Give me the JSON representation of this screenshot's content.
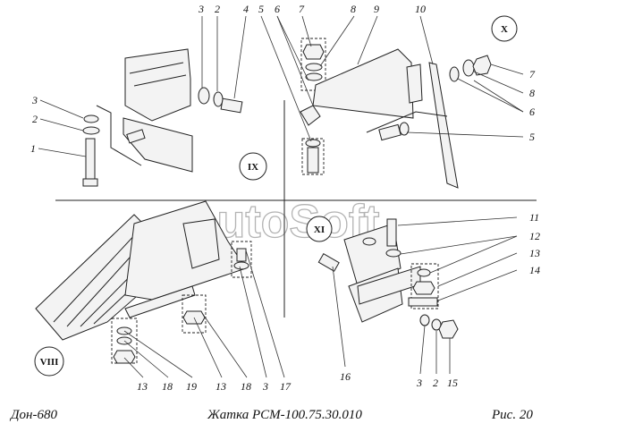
{
  "watermark": "AutoSoft",
  "views": {
    "ix": "IX",
    "x": "X",
    "xi": "XI",
    "viii": "VIII"
  },
  "callouts": {
    "c_3_top": "3",
    "c_2_top": "2",
    "c_4_top": "4",
    "c_5_top": "5",
    "c_6_top": "6",
    "c_7_top": "7",
    "c_8_top": "8",
    "c_9_top": "9",
    "c_10_top": "10",
    "c_3_left": "3",
    "c_2_left": "2",
    "c_1_left": "1",
    "c_7_right": "7",
    "c_8_right": "8",
    "c_6_right": "6",
    "c_5_right": "5",
    "c_11": "11",
    "c_12": "12",
    "c_13_r": "13",
    "c_14": "14",
    "c_16": "16",
    "c_3_bot": "3",
    "c_2_bot": "2",
    "c_15_bot": "15",
    "c_13_a": "13",
    "c_18_a": "18",
    "c_19": "19",
    "c_13_b": "13",
    "c_18_b": "18",
    "c_3_mid": "3",
    "c_17": "17"
  },
  "footer": {
    "left": "Дон-680",
    "center": "Жатка   РСМ-100.75.30.010",
    "right": "Рис.   20"
  }
}
